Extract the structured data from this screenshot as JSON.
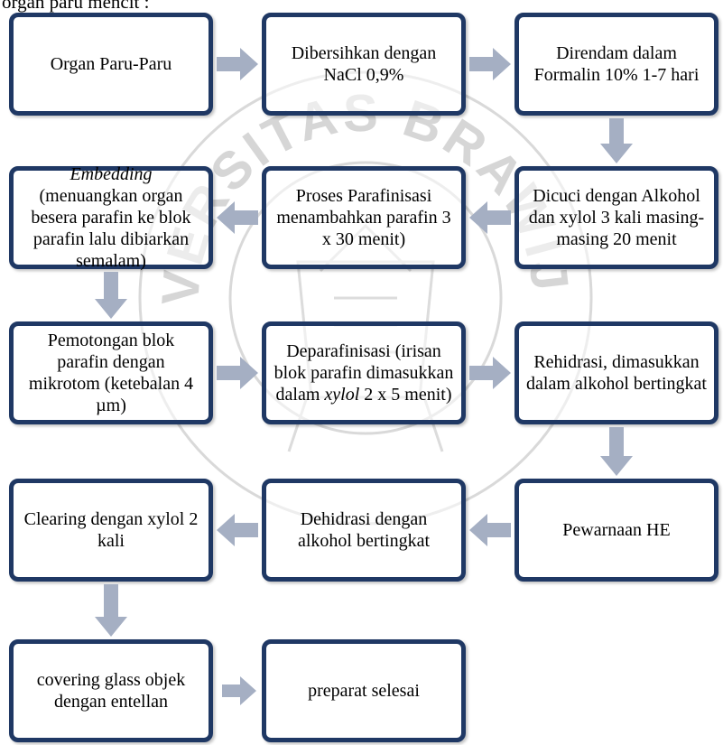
{
  "header": {
    "text": "organ paru mencit :"
  },
  "steps": {
    "s1": "Organ Paru-Paru",
    "s2": "Dibersihkan dengan NaCl 0,9%",
    "s3": "Direndam dalam Formalin 10% 1-7 hari",
    "s4": "Dicuci dengan Alkohol dan  xylol 3 kali masing-masing 20 menit",
    "s5": "Proses Parafinisasi menambahkan parafin 3 x 30 menit)",
    "s6_italic": "Embedding",
    "s6_rest": "(menuangkan organ besera parafin ke blok parafin lalu dibiarkan semalam)",
    "s7": "Pemotongan blok parafin dengan mikrotom (ketebalan 4 µm)",
    "s8_pre": "Deparafinisasi (irisan blok parafin dimasukkan dalam",
    "s8_italic": "xylol",
    "s8_post": "2 x 5 menit)",
    "s9": "Rehidrasi, dimasukkan dalam alkohol bertingkat",
    "s10": "Pewarnaan HE",
    "s11": "Dehidrasi dengan alkohol bertingkat",
    "s12": "Clearing dengan xylol 2 kali",
    "s13": "covering glass objek dengan entellan",
    "s14": "preparat selesai"
  },
  "watermark": {
    "text": "UNIVERSITAS BRAWIJAYA"
  },
  "colors": {
    "box_border": "#1f3864",
    "arrow": "#a5afc3"
  }
}
